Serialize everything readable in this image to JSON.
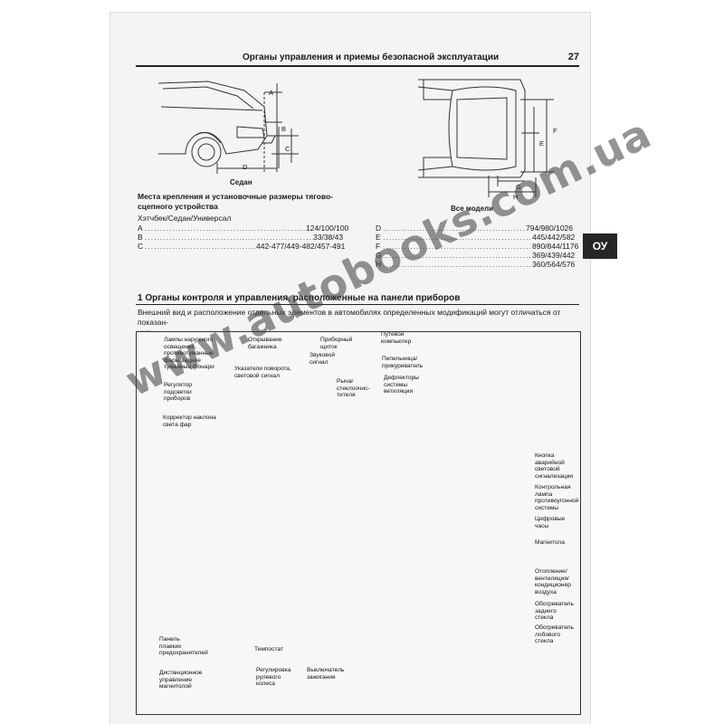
{
  "header": {
    "title": "Органы управления и приемы безопасной эксплуатации",
    "page_number": "27"
  },
  "diagrams": {
    "sedan_caption": "Седан",
    "all_models_caption": "Все модели",
    "dim_letters_top": [
      "A",
      "B",
      "C",
      "D"
    ],
    "dim_letters_right": [
      "F",
      "E",
      "G",
      "H"
    ]
  },
  "towing": {
    "title_line1": "Места крепления и установочные размеры тягово-",
    "title_line2": "сцепного устройства",
    "subtitle": "Хэтчбек/Седан/Универсал",
    "left_rows": [
      {
        "key": "A",
        "value": "124/100/100"
      },
      {
        "key": "B",
        "value": "33/38/43"
      },
      {
        "key": "C",
        "value": "442-477/449-482/457-491"
      }
    ],
    "right_rows": [
      {
        "key": "D",
        "value": "794/980/1026"
      },
      {
        "key": "E",
        "value": "445/442/582"
      },
      {
        "key": "F",
        "value": "890/844/1176"
      },
      {
        "key": "G",
        "value": "369/439/442"
      },
      {
        "key": "H",
        "value": "360/564/576"
      }
    ]
  },
  "tab_label": "ОУ",
  "section": {
    "title": "1  Органы контроля и управления, расположенные на панели приборов",
    "intro_line1": "Внешний вид и расположение отдельных элементов в автомобилях определенных модификаций могут отличаться от показан-",
    "intro_line2": "ных."
  },
  "callouts": {
    "lights_switch": "Лампы наружного\nосвещения,\nпротивотуманные\nфары,задние\nтуманные фонари",
    "trunk_release": "Открывание\nбагажника",
    "instrument_cluster": "Приборный\nщиток",
    "trip_computer": "Путевой\nкомпьютер",
    "dimmer": "Регулятор\nподсветки\nприборов",
    "turn_signals": "Указатели поворота,\nсветовой сигнал",
    "horn": "Звуковой\nсигнал",
    "ashtray": "Пепельница/\nприкуриватель",
    "headlamp_leveling": "Корректор наклона\nсвета фар",
    "wiper_lever": "Рычаг\nстеклоочис-\nтителя",
    "vents": "Дефлекторы\nсистемы\nветиляции",
    "hazard_button": "Кнопка\nаварийной\nсветовой\nсигнализации",
    "alarm_lamp": "Контрольная\nлампа\nпротивоугонной\nсистемы",
    "clock": "Цифровые\nчасы",
    "radio": "Магнитола",
    "climate": "Отопление/\nвентиляция/\nкондиционер\nвоздуха",
    "rear_defrost": "Обогреватель\nзаднего\nстекла",
    "front_defrost": "Обогреватель\nлобового\nстекла",
    "fuse_panel": "Панель\nплавких\nпредохранителей",
    "cruise": "Темпостат",
    "remote_radio": "Дистанционное\nуправление\nмагнитолой",
    "steering_adjust": "Регулировка\nрулевого\nколеса",
    "ignition": "Выключатель\nзажигания"
  },
  "watermark": "www.autobooks.com.ua",
  "colors": {
    "ink": "#1a1a1a",
    "paper": "#f4f4f2",
    "tab": "#262626",
    "watermark": "#3c3c3c"
  }
}
